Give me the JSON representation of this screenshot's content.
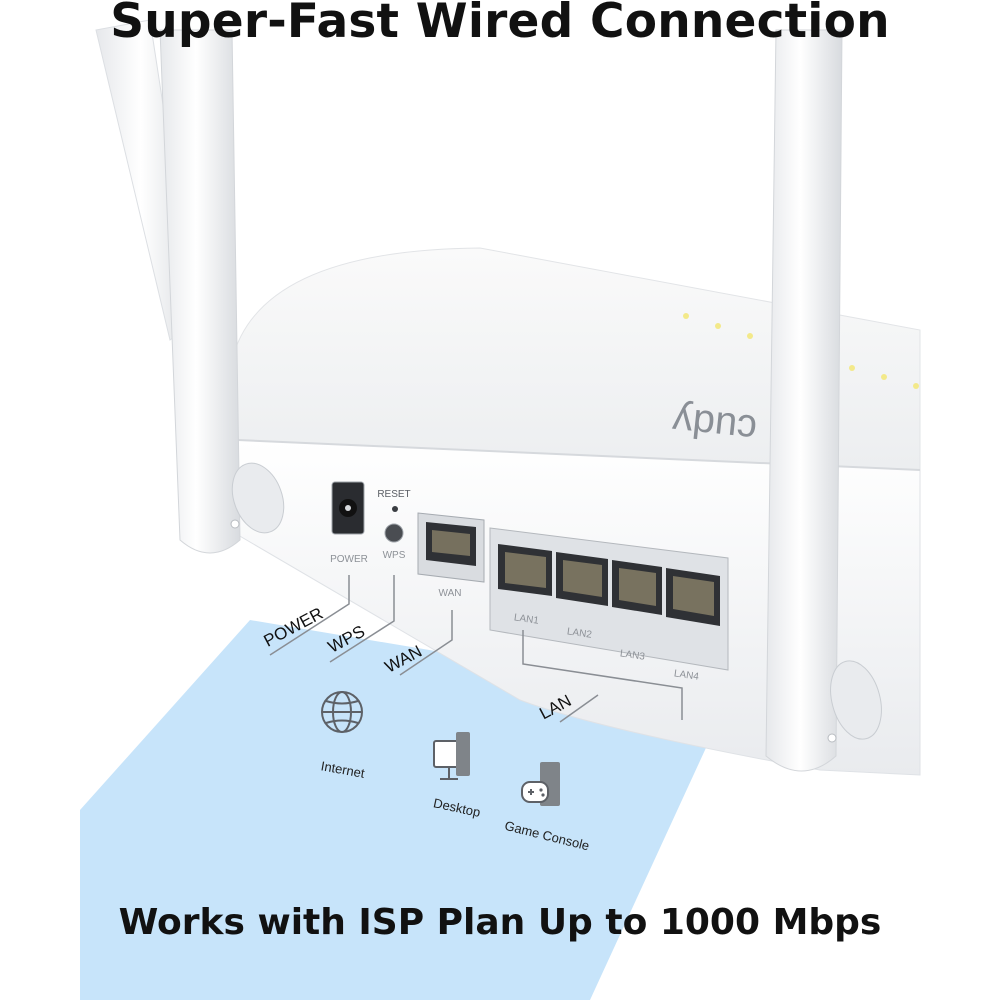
{
  "headline": "Super-Fast Wired Connection",
  "footer": "Works with ISP Plan Up to 1000 Mbps",
  "router": {
    "brand": "cudy",
    "port_labels": {
      "reset": "RESET",
      "wps": "WPS",
      "power": "POWER",
      "wan": "WAN",
      "lan1": "LAN1",
      "lan2": "LAN2",
      "lan3": "LAN3",
      "lan4": "LAN4"
    }
  },
  "callouts": {
    "power": "POWER",
    "wps": "WPS",
    "wan": "WAN",
    "lan": "LAN"
  },
  "devices": [
    {
      "label": "Internet",
      "icon": "globe-icon"
    },
    {
      "label": "Desktop",
      "icon": "desktop-icon"
    },
    {
      "label": "Game Console",
      "icon": "game-console-icon"
    }
  ],
  "colors": {
    "highlight": "#c7e4fa",
    "router_body": "#f3f4f6",
    "text": "#111111"
  }
}
